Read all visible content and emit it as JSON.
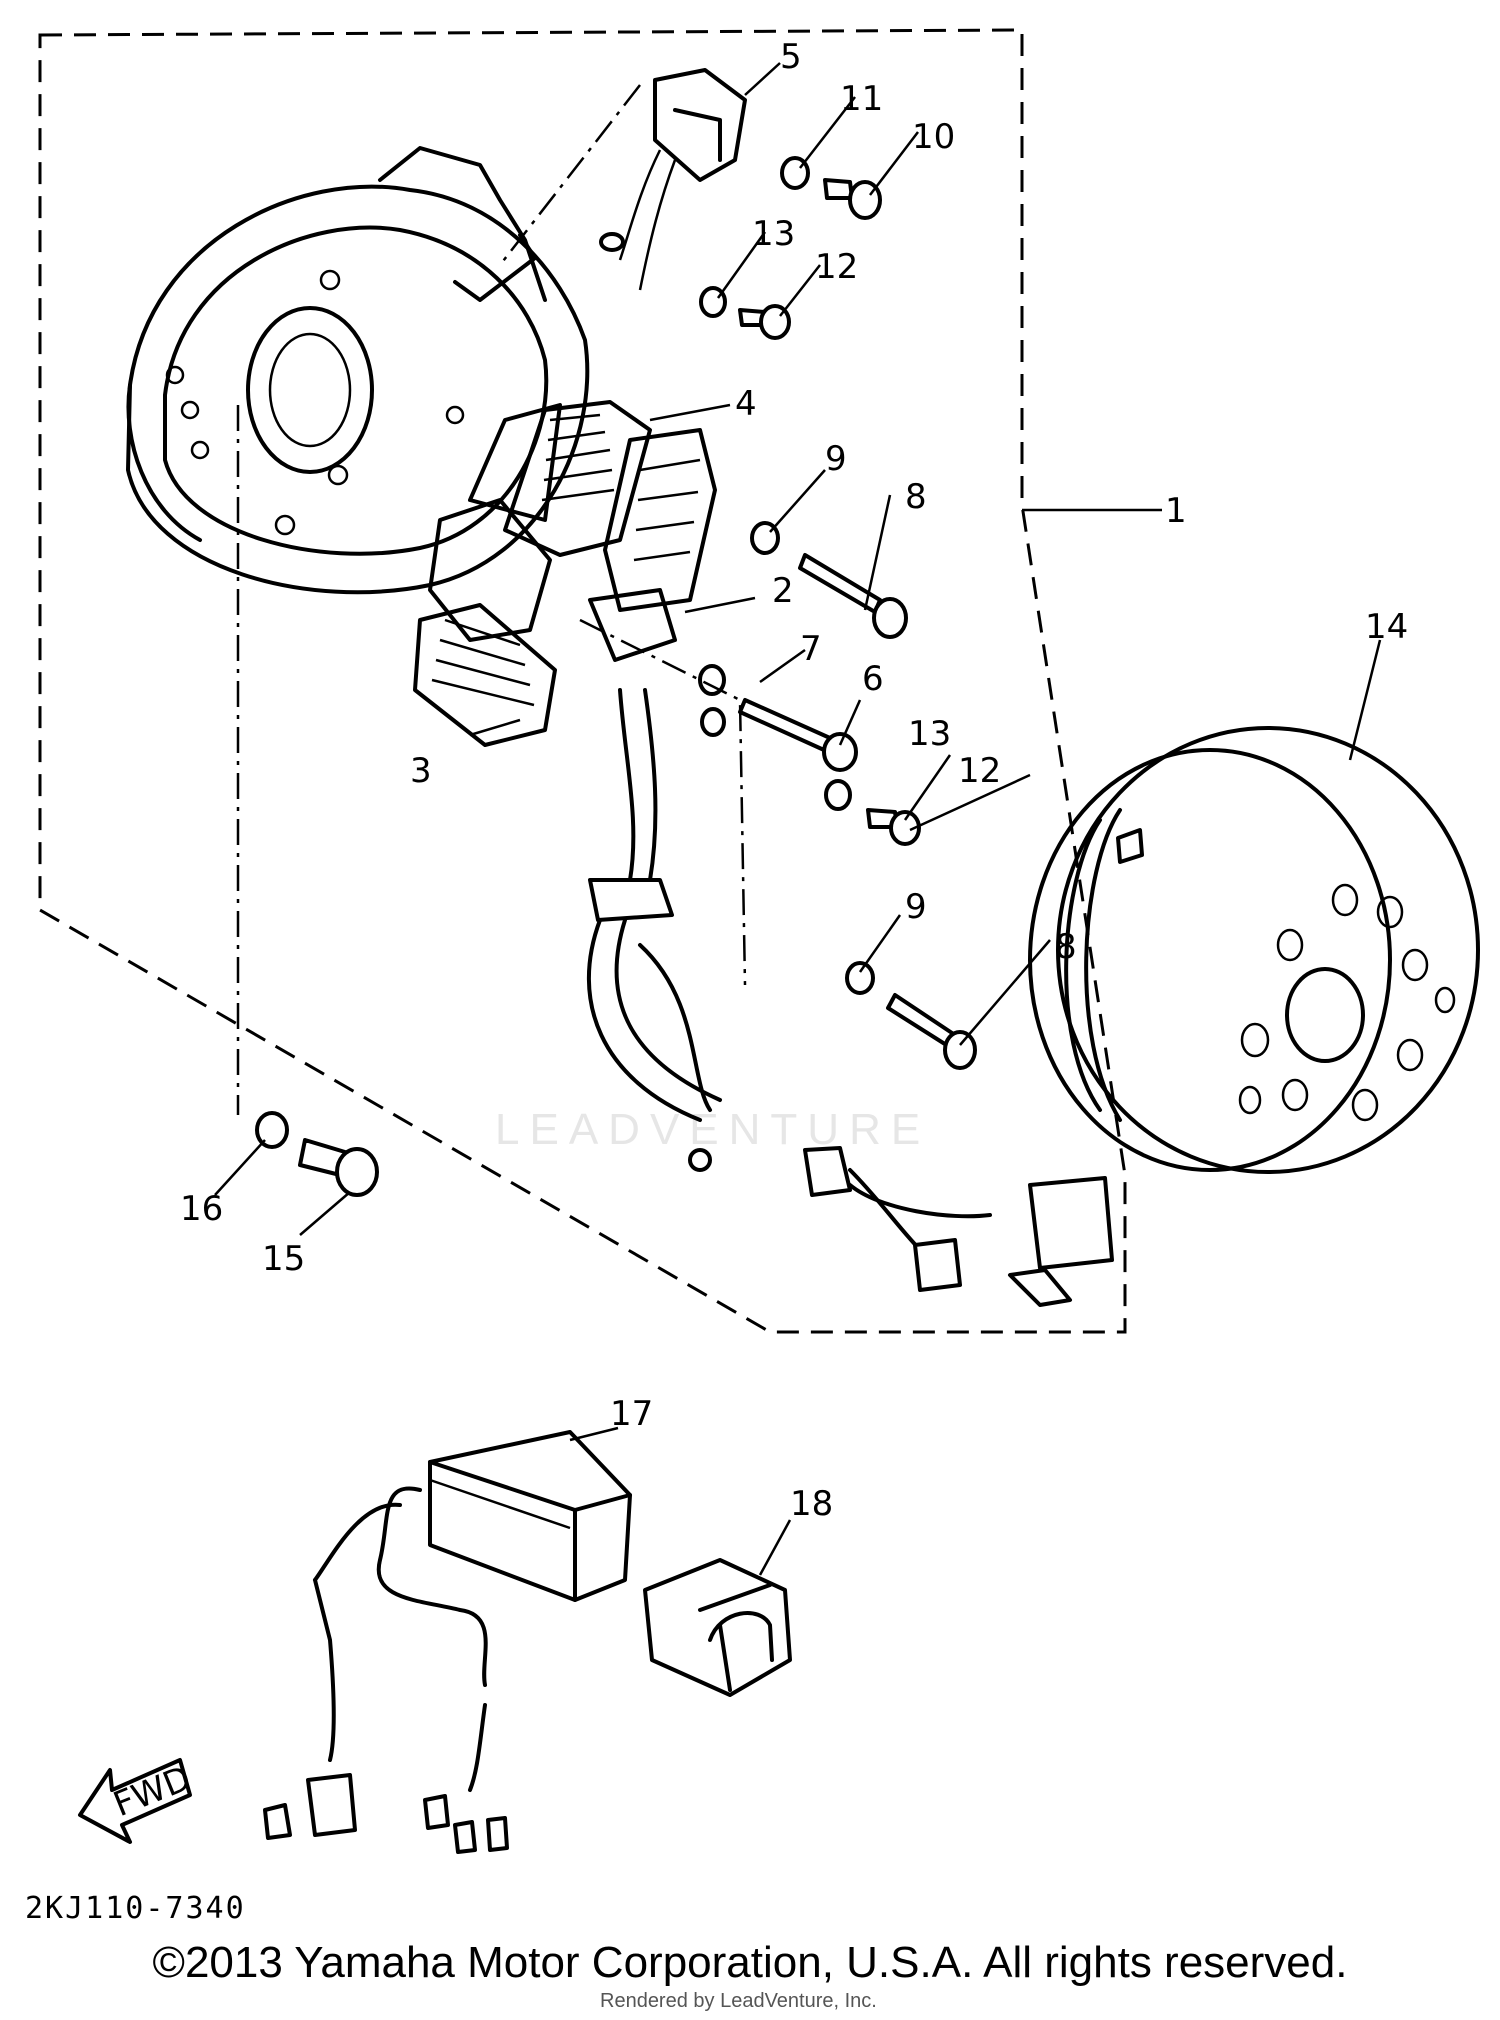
{
  "diagram": {
    "callouts": [
      {
        "id": "1",
        "label": "1"
      },
      {
        "id": "2",
        "label": "2"
      },
      {
        "id": "3",
        "label": "3"
      },
      {
        "id": "4",
        "label": "4"
      },
      {
        "id": "5",
        "label": "5"
      },
      {
        "id": "6",
        "label": "6"
      },
      {
        "id": "7",
        "label": "7"
      },
      {
        "id": "8a",
        "label": "8"
      },
      {
        "id": "8b",
        "label": "8"
      },
      {
        "id": "9a",
        "label": "9"
      },
      {
        "id": "9b",
        "label": "9"
      },
      {
        "id": "10",
        "label": "10"
      },
      {
        "id": "11",
        "label": "11"
      },
      {
        "id": "12a",
        "label": "12"
      },
      {
        "id": "12b",
        "label": "12"
      },
      {
        "id": "13a",
        "label": "13"
      },
      {
        "id": "13b",
        "label": "13"
      },
      {
        "id": "14",
        "label": "14"
      },
      {
        "id": "15",
        "label": "15"
      },
      {
        "id": "16",
        "label": "16"
      },
      {
        "id": "17",
        "label": "17"
      },
      {
        "id": "18",
        "label": "18"
      }
    ],
    "fwd_label": "FWD",
    "ref_code": "2KJ110-7340",
    "watermark": "LEADVENTURE"
  },
  "footer": {
    "copyright": "©2013 Yamaha Motor Corporation, U.S.A. All rights reserved.",
    "rendered_by": "Rendered by LeadVenture, Inc."
  }
}
